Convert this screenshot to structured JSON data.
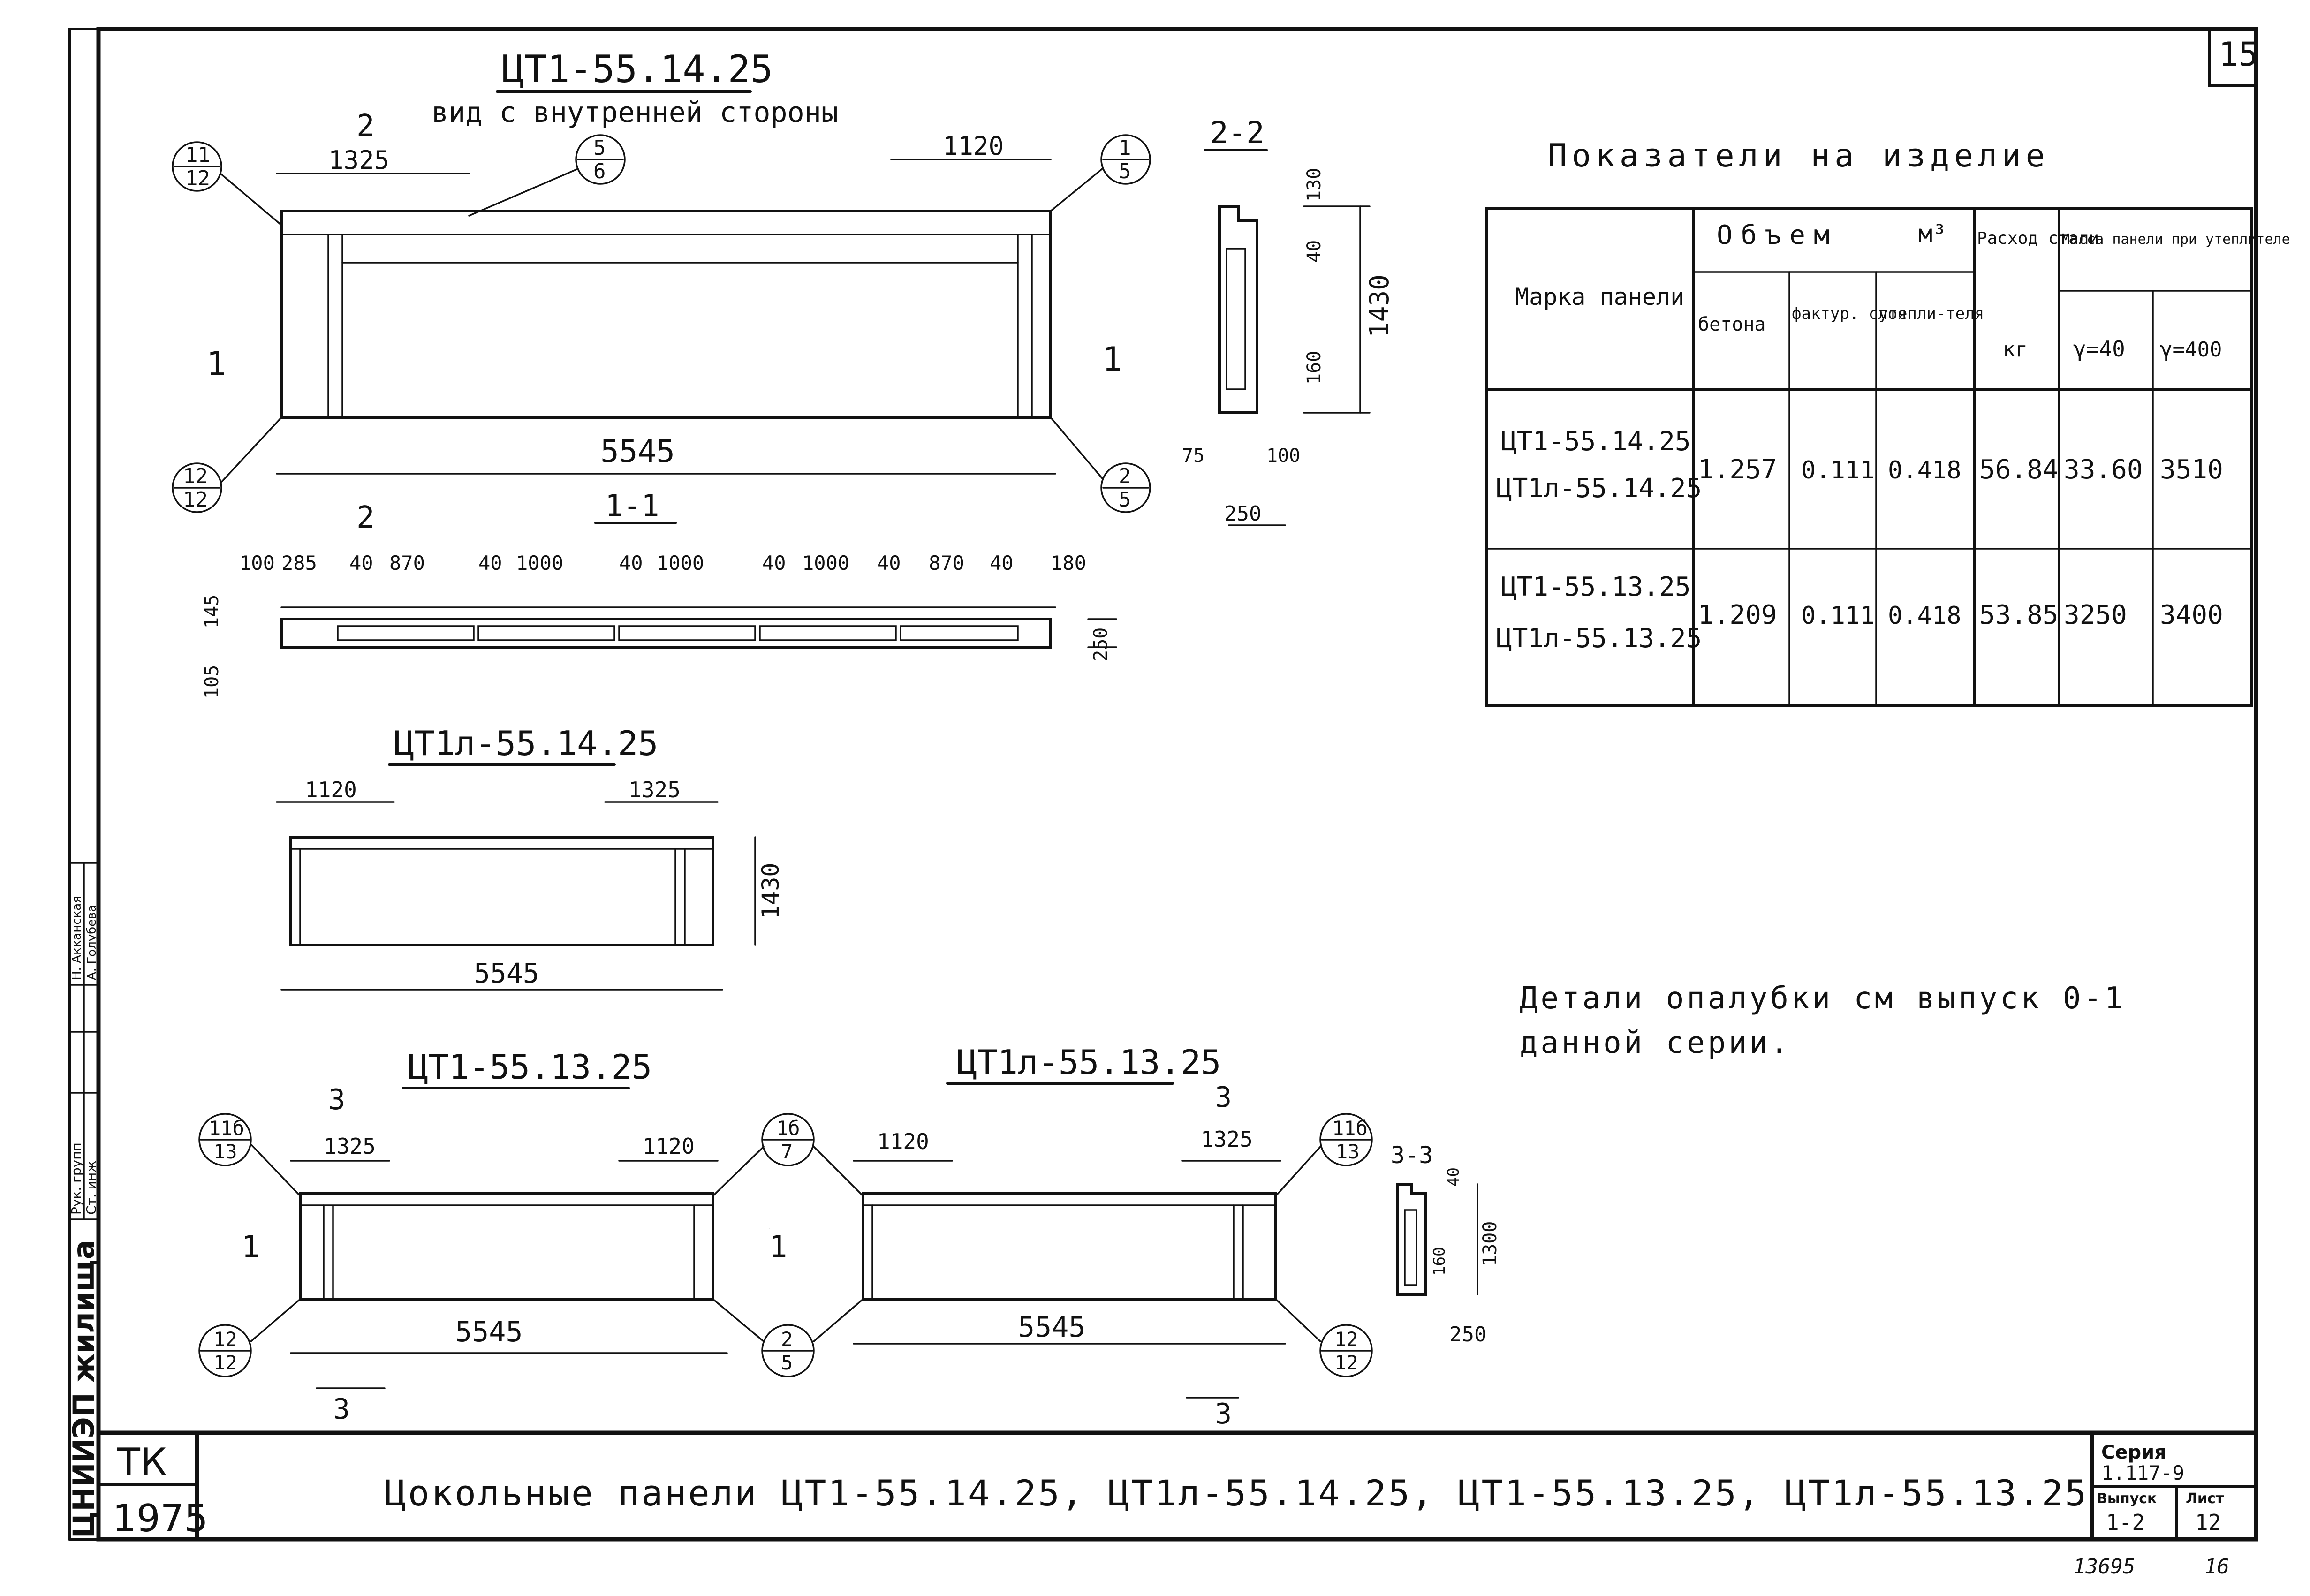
{
  "sheet": {
    "sheet_corner": "15",
    "org_stamp": "ЦНИИЭП жилища",
    "stamp_roles": [
      "Рук. групп",
      "Ст. инж"
    ],
    "stamp_names": [
      "Н. Акканская",
      "А. Голубева"
    ],
    "tk": "ТК",
    "year": "1975",
    "bottom_title": "Цокольные панели ЦТ1-55.14.25, ЦТ1л-55.14.25, ЦТ1-55.13.25, ЦТ1л-55.13.25",
    "series_label": "Серия",
    "series_value": "1.117-9",
    "issue_label": "Выпуск",
    "issue_value": "1-2",
    "list_label": "Лист",
    "list_value": "12",
    "bottom_number": "13695",
    "bottom_page": "16"
  },
  "drawing_top": {
    "title": "ЦТ1-55.14.25",
    "subtitle": "вид с внутренней стороны",
    "section_22": "2-2",
    "section_11": "1-1",
    "mark_2": "2",
    "mark_1": "1",
    "dim_1325": "1325",
    "dim_1120": "1120",
    "dim_5545": "5545",
    "dim_1430": "1430",
    "dim_130": "130",
    "dim_40": "40",
    "dim_160": "160",
    "dim_75": "75",
    "dim_100": "100",
    "dim_250": "250",
    "callouts": [
      {
        "top": "11",
        "bottom": "12"
      },
      {
        "top": "5",
        "bottom": "6"
      },
      {
        "top": "1",
        "bottom": "5"
      },
      {
        "top": "12",
        "bottom": "12"
      },
      {
        "top": "2",
        "bottom": "5"
      }
    ],
    "section_dims": [
      "100",
      "285",
      "40",
      "870",
      "40",
      "1000",
      "40",
      "1000",
      "40",
      "1000",
      "40",
      "870",
      "40",
      "180"
    ],
    "section_left_dims": [
      "145",
      "105"
    ],
    "section_right_dim": "250"
  },
  "drawing_mid": {
    "title": "ЦТ1л-55.14.25",
    "dim_1120": "1120",
    "dim_1325": "1325",
    "dim_1430": "1430",
    "dim_5545": "5545"
  },
  "drawing_bottom_left": {
    "title": "ЦТ1-55.13.25",
    "mark_3": "3",
    "dim_1325": "1325",
    "dim_1120": "1120",
    "dim_5545": "5545",
    "mark_1": "1",
    "callouts": [
      {
        "top": "11б",
        "bottom": "13"
      },
      {
        "top": "12",
        "bottom": "12"
      }
    ]
  },
  "drawing_bottom_right": {
    "title": "ЦТ1л-55.13.25",
    "mark_3": "3",
    "dim_1120": "1120",
    "dim_1325": "1325",
    "dim_5545": "5545",
    "mark_1": "1",
    "callouts": [
      {
        "top": "1б",
        "bottom": "7"
      },
      {
        "top": "11б",
        "bottom": "13"
      },
      {
        "top": "2",
        "bottom": "5"
      },
      {
        "top": "12",
        "bottom": "12"
      }
    ],
    "section_33": "3-3",
    "dim_40": "40",
    "dim_160": "160",
    "dim_1300": "1300",
    "dim_250": "250"
  },
  "table": {
    "heading": "Показатели на изделие",
    "col_mark": "Марка панели",
    "col_volume": "Объем",
    "col_volume_unit": "м³",
    "col_concrete": "бетона",
    "col_facture": "фактур. слоя",
    "col_insul": "утепли-теля",
    "col_steel": "Расход стали",
    "col_steel_unit": "кг",
    "col_mass": "Масса панели при утеплителе",
    "col_g40": "γ=40",
    "col_g400": "γ=400",
    "rows": [
      {
        "mark1": "ЦТ1-55.14.25",
        "mark2": "ЦТ1л-55.14.25",
        "concrete": "1.257",
        "facture": "0.111",
        "insul": "0.418",
        "steel": "56.84",
        "g40": "33.60",
        "g400": "3510"
      },
      {
        "mark1": "ЦТ1-55.13.25",
        "mark2": "ЦТ1л-55.13.25",
        "concrete": "1.209",
        "facture": "0.111",
        "insul": "0.418",
        "steel": "53.85",
        "g40": "3250",
        "g400": "3400"
      }
    ]
  },
  "note": {
    "line1": "Детали опалубки см выпуск 0-1",
    "line2": "данной серии."
  }
}
